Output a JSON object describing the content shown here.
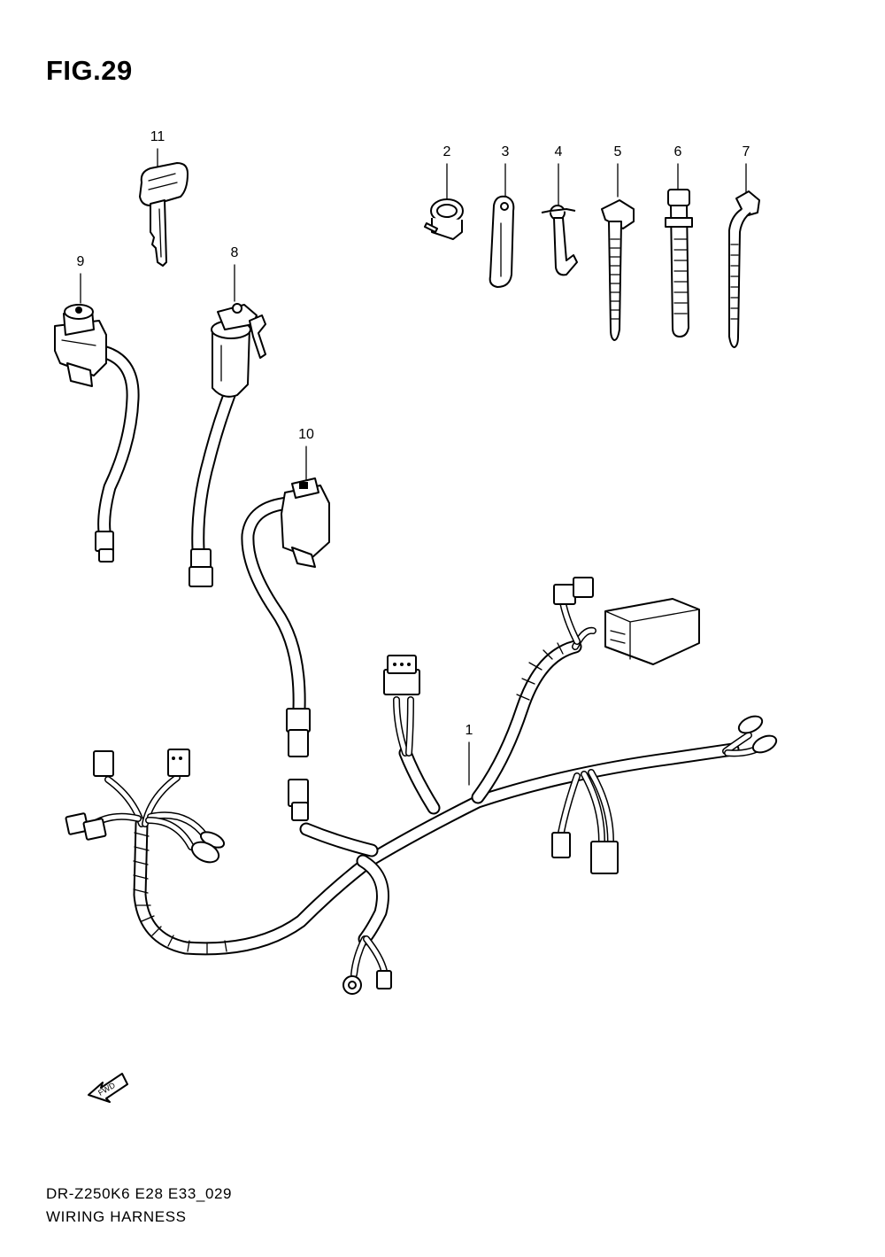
{
  "figure": {
    "title": "FIG.29",
    "model_code": "DR-Z250K6 E28 E33_029",
    "caption": "WIRING HARNESS",
    "fwd_label": "FWD"
  },
  "callouts": [
    {
      "id": "1",
      "label": "1"
    },
    {
      "id": "2",
      "label": "2"
    },
    {
      "id": "3",
      "label": "3"
    },
    {
      "id": "4",
      "label": "4"
    },
    {
      "id": "5",
      "label": "5"
    },
    {
      "id": "6",
      "label": "6"
    },
    {
      "id": "7",
      "label": "7"
    },
    {
      "id": "8",
      "label": "8"
    },
    {
      "id": "9",
      "label": "9"
    },
    {
      "id": "10",
      "label": "10"
    },
    {
      "id": "11",
      "label": "11"
    }
  ]
}
